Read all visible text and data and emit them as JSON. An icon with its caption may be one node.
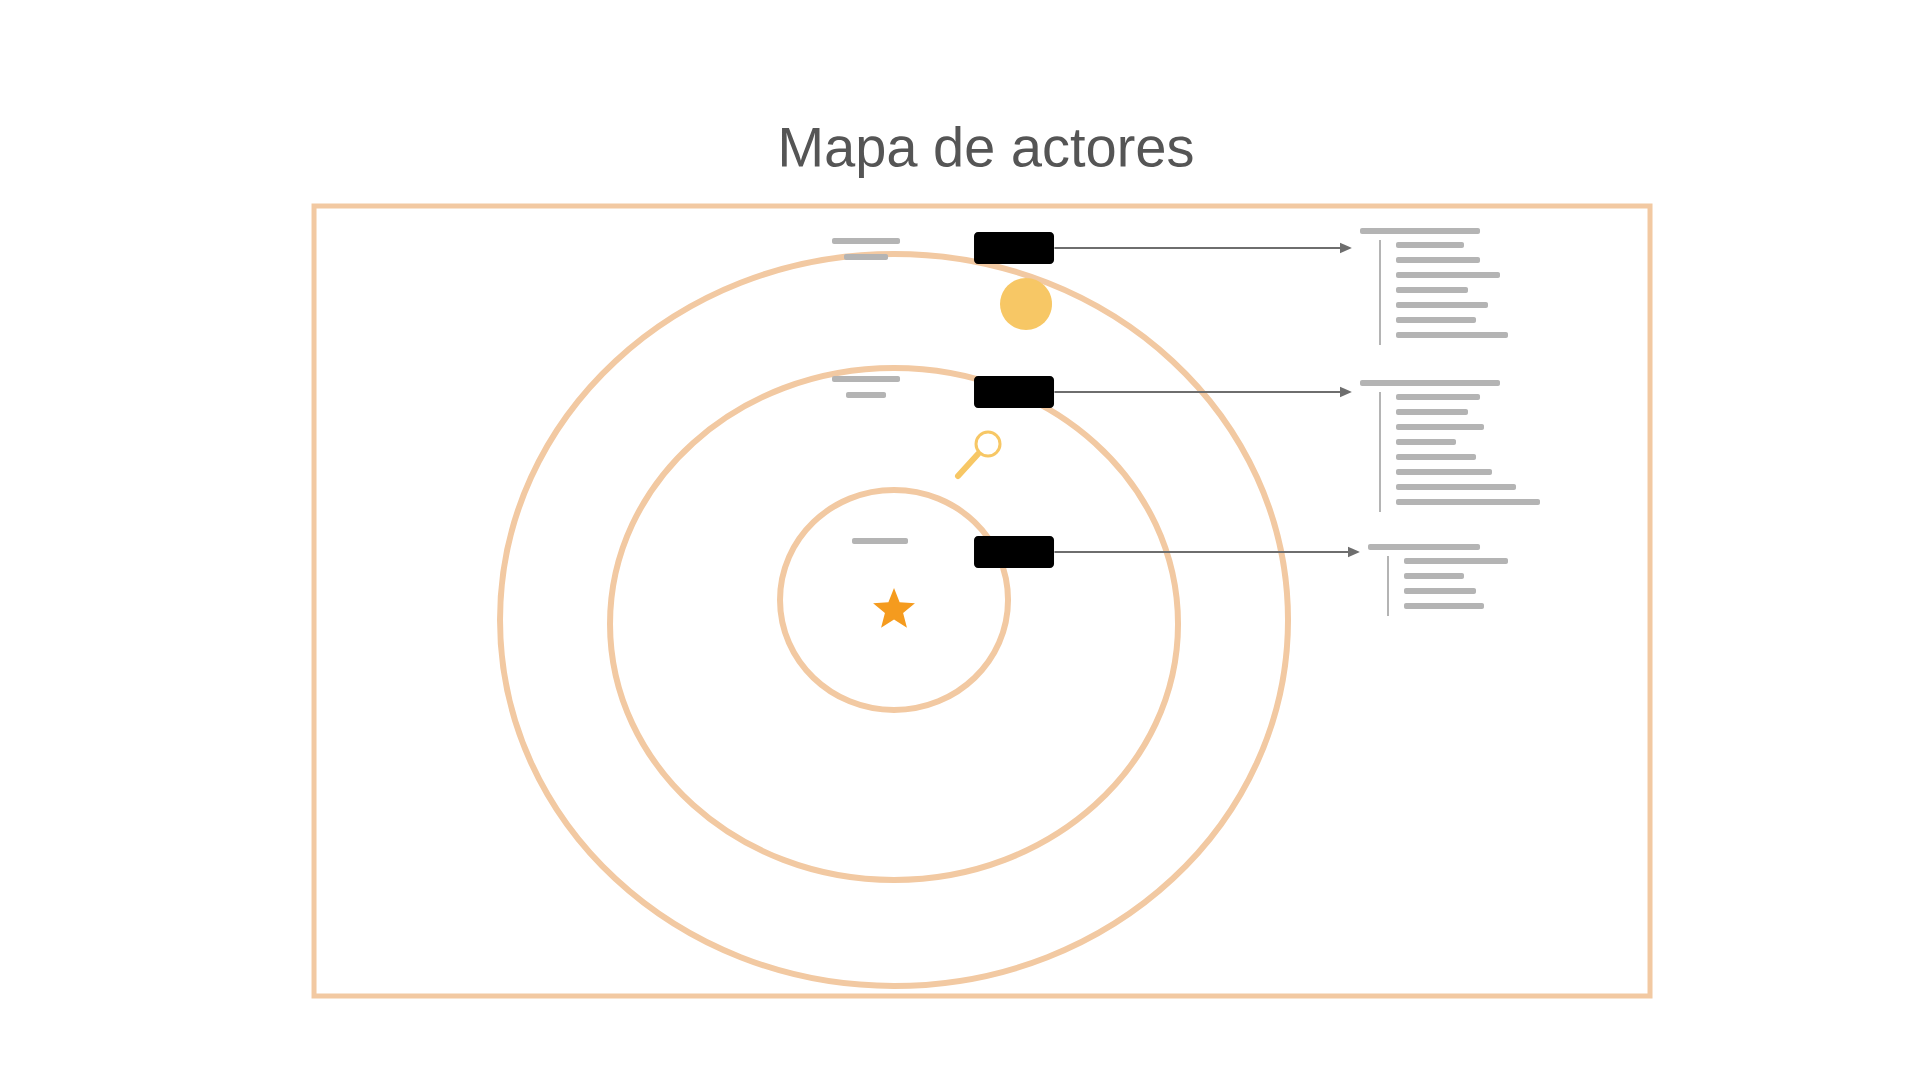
{
  "diagram": {
    "title": "Mapa de actores",
    "nodes": [
      {
        "text": [],
        "shape": "box"
      },
      {
        "text": [],
        "shape": "bar"
      },
      {
        "text": [],
        "shape": "box"
      },
      {
        "text": [],
        "shape": "bar"
      },
      {
        "text": [],
        "shape": "box"
      },
      {
        "text": [],
        "shape": "bar"
      }
    ],
    "edges": [
      {
        "from": 0,
        "to": 1,
        "arrow": "to"
      },
      {
        "from": 2,
        "to": 3,
        "arrow": "to"
      },
      {
        "from": 4,
        "to": 5,
        "arrow": "to"
      }
    ]
  }
}
